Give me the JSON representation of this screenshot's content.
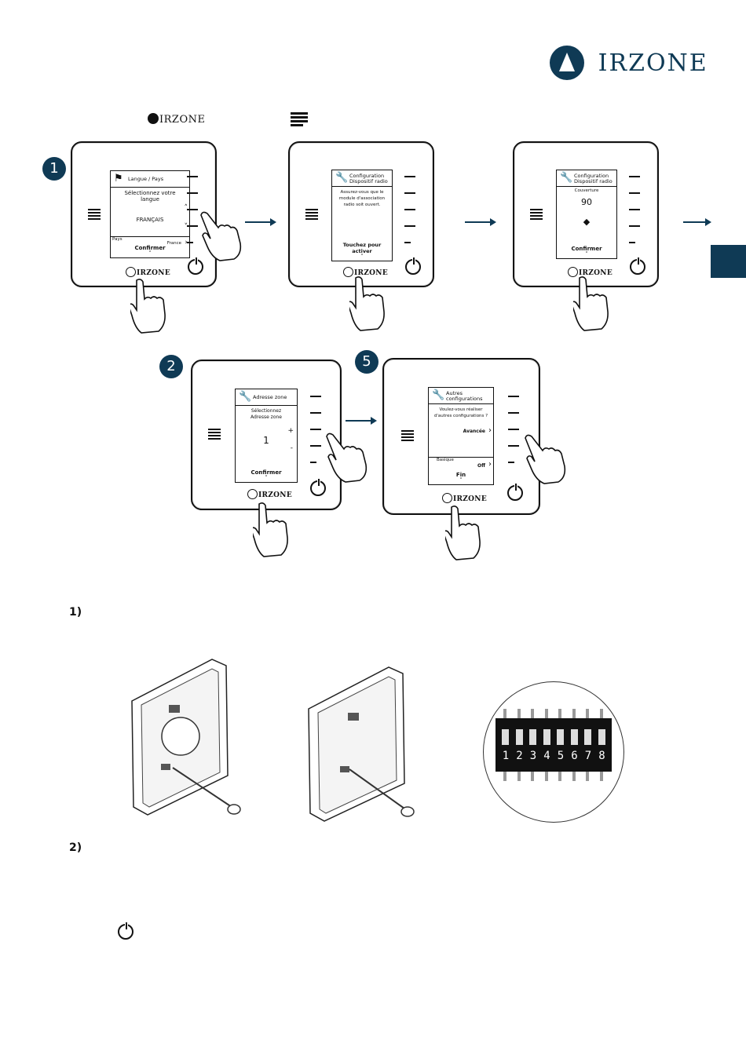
{
  "brand": {
    "name_first": "A",
    "name_rest": "IRZONE",
    "color": "#0f3a55"
  },
  "header_row": {
    "inline_logo_text": "IRZONE"
  },
  "step_badges": {
    "first": "1",
    "second": "2",
    "third": "5"
  },
  "thermostat_1": {
    "header": "Langue / Pays",
    "line1": "Sélectionnez votre",
    "line2": "langue",
    "value": "FRANÇAIS",
    "country_label": "Pays",
    "country_value": "France",
    "confirm": "Confirmer",
    "brand": "IRZONE"
  },
  "thermostat_2": {
    "header_l1": "Configuration",
    "header_l2": "Dispositif radio",
    "line1": "Assurez-vous que le",
    "line2": "module d'association",
    "line3": "radio soit ouvert.",
    "confirm": "Touchez pour activer",
    "brand": "IRZONE"
  },
  "thermostat_3": {
    "header_l1": "Configuration",
    "header_l2": "Dispositif radio",
    "label": "Couverture",
    "value": "90",
    "confirm": "Confirmer",
    "brand": "IRZONE"
  },
  "thermostat_4": {
    "header": "Adresse zone",
    "line1": "Sélectionnez",
    "line2": "Adresse zone",
    "value": "1",
    "plus": "+",
    "minus": "-",
    "confirm": "Confirmer",
    "brand": "IRZONE"
  },
  "thermostat_5": {
    "header_l1": "Autres",
    "header_l2": "configurations",
    "line1": "Voulez-vous réaliser",
    "line2": "d'autres configurations ?",
    "option": "Avancée",
    "basic_label": "Basique",
    "basic_value": "Off",
    "confirm": "Fin",
    "brand": "IRZONE"
  },
  "section_labels": {
    "one": "1)",
    "two": "2)"
  },
  "dip_numbers": [
    "1",
    "2",
    "3",
    "4",
    "5",
    "6",
    "7",
    "8"
  ],
  "icons": [
    "flag-icon",
    "wrench-icon",
    "wifi-icon",
    "power-icon",
    "menu-icon",
    "hand-icon",
    "chevron-down-icon",
    "chevron-right-icon"
  ]
}
